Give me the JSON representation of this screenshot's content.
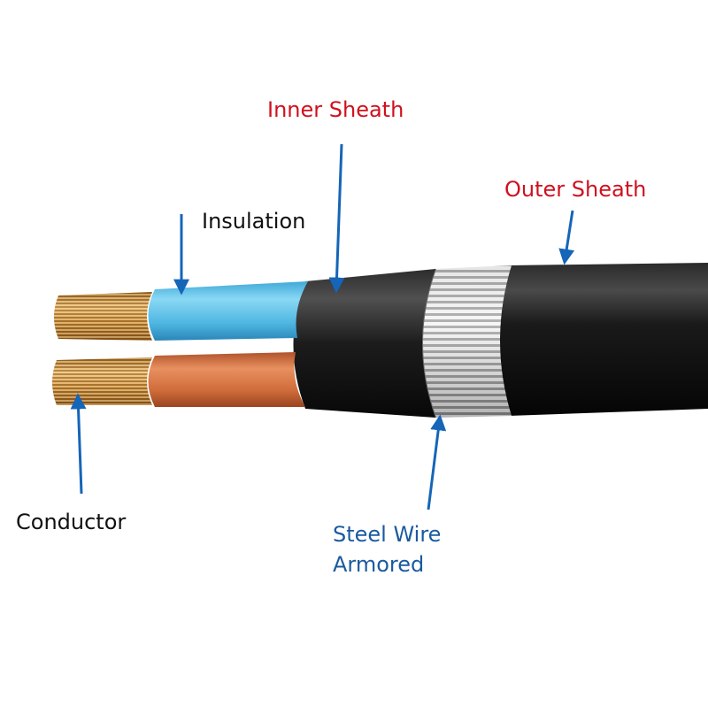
{
  "colors": {
    "red_label": "#d0101e",
    "blue_label": "#1a5aa0",
    "black_label": "#111111",
    "arrow": "#1565b8",
    "sheath": "#1c1c1c",
    "blue_insulation": "#5cc3ea",
    "brown_insulation": "#d0703c",
    "copper": "#c9903c",
    "steel": "#b8b8b8"
  },
  "labels": {
    "inner_sheath": "Inner Sheath",
    "outer_sheath": "Outer Sheath",
    "insulation": "Insulation",
    "conductor": "Conductor",
    "steel_wire_line1": "Steel Wire",
    "steel_wire_line2": "Armored"
  }
}
